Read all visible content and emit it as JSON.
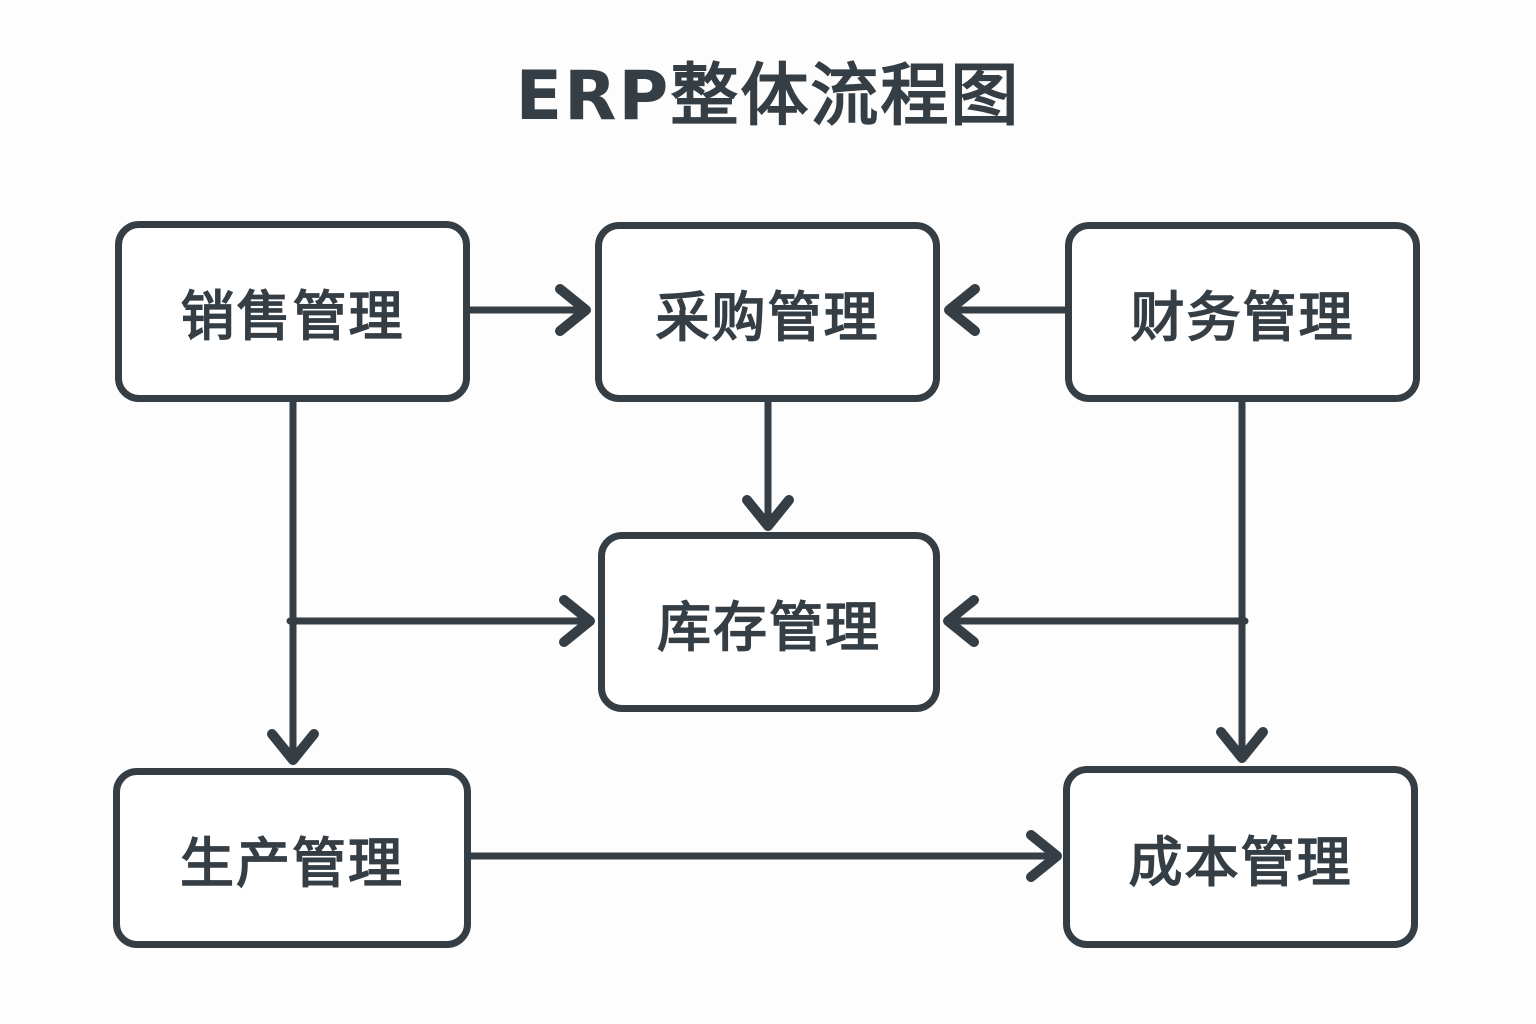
{
  "title": "ERP整体流程图",
  "diagram_type": "flowchart",
  "nodes": {
    "sales": {
      "label": "销售管理"
    },
    "purchase": {
      "label": "采购管理"
    },
    "finance": {
      "label": "财务管理"
    },
    "inventory": {
      "label": "库存管理"
    },
    "production": {
      "label": "生产管理"
    },
    "cost": {
      "label": "成本管理"
    }
  },
  "edges": [
    {
      "from": "销售管理",
      "to": "采购管理",
      "direction": "right"
    },
    {
      "from": "财务管理",
      "to": "采购管理",
      "direction": "left"
    },
    {
      "from": "采购管理",
      "to": "库存管理",
      "direction": "down"
    },
    {
      "from": "销售管理",
      "to": "库存管理",
      "direction": "right"
    },
    {
      "from": "销售管理",
      "to": "生产管理",
      "direction": "down"
    },
    {
      "from": "财务管理",
      "to": "库存管理",
      "direction": "left"
    },
    {
      "from": "财务管理",
      "to": "成本管理",
      "direction": "down"
    },
    {
      "from": "生产管理",
      "to": "成本管理",
      "direction": "right"
    }
  ],
  "colors": {
    "stroke": "#353d45",
    "node_fill": "#ffffff",
    "background": "#fdfdfd",
    "text": "#353d45"
  }
}
